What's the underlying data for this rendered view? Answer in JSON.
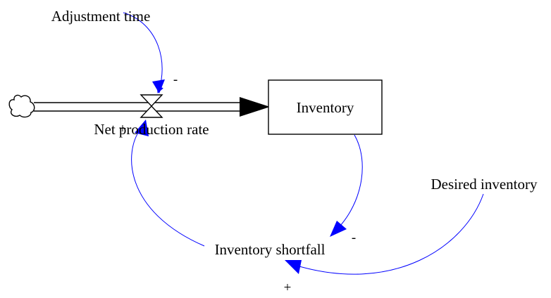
{
  "diagram": {
    "type": "stock-and-flow",
    "stock": {
      "label": "Inventory"
    },
    "flow": {
      "label": "Net production rate"
    },
    "variables": {
      "adjustment_time": "Adjustment time",
      "desired_inventory": "Desired inventory",
      "inventory_shortfall": "Inventory shortfall"
    },
    "links": [
      {
        "from": "Adjustment time",
        "to": "Net production rate",
        "polarity": "-"
      },
      {
        "from": "Inventory",
        "to": "Inventory shortfall",
        "polarity": "-"
      },
      {
        "from": "Desired inventory",
        "to": "Inventory shortfall",
        "polarity": "+"
      },
      {
        "from": "Inventory shortfall",
        "to": "Net production rate",
        "polarity": "+"
      }
    ],
    "colors": {
      "link": "#0000ff",
      "pipe": "#000000",
      "background": "#ffffff"
    }
  }
}
